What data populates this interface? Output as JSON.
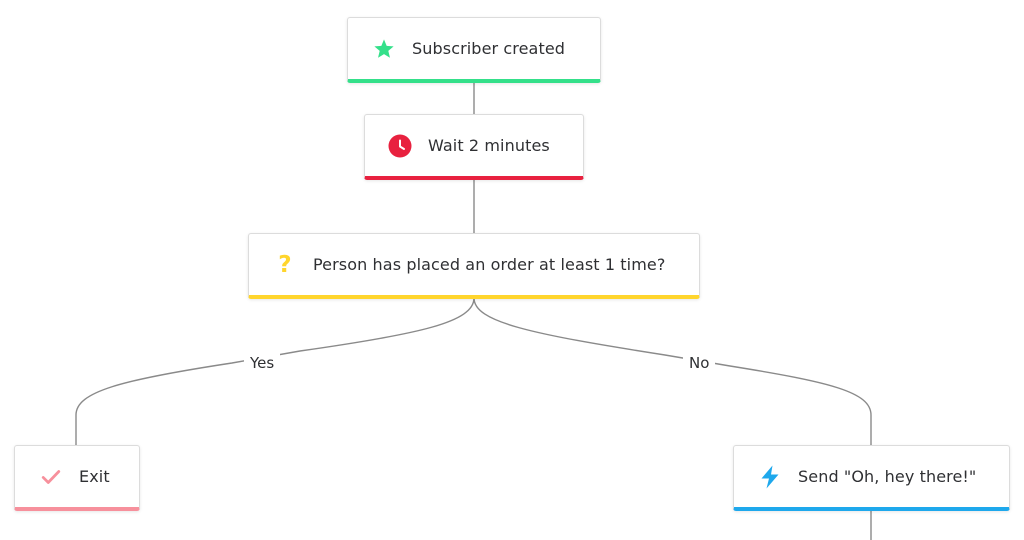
{
  "colors": {
    "trigger": "#34e08a",
    "delay": "#e8213f",
    "condition": "#ffd52d",
    "exit": "#f7909c",
    "action": "#1ea8ec",
    "wire": "#8a8a8a"
  },
  "nodes": {
    "trigger": {
      "label": "Subscriber created",
      "icon": "star-icon"
    },
    "delay": {
      "label": "Wait 2 minutes",
      "icon": "clock-icon"
    },
    "condition": {
      "label": "Person has placed an order at least 1 time?",
      "icon": "question-mark-icon"
    },
    "exit": {
      "label": "Exit",
      "icon": "checkmark-icon"
    },
    "action": {
      "label": "Send \"Oh, hey there!\"",
      "icon": "lightning-bolt-icon"
    }
  },
  "branches": {
    "yes": "Yes",
    "no": "No"
  }
}
